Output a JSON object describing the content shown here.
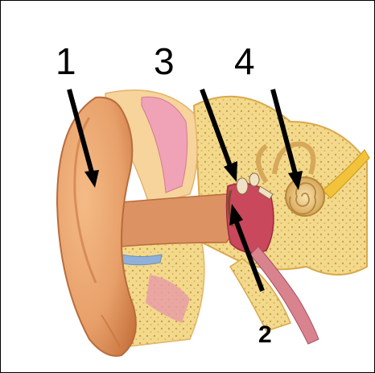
{
  "diagram": {
    "subject": "ear-anatomy-cross-section",
    "labels": [
      {
        "id": "label-1",
        "text": "1"
      },
      {
        "id": "label-3",
        "text": "3"
      },
      {
        "id": "label-4",
        "text": "4"
      },
      {
        "id": "label-2",
        "text": "2"
      }
    ],
    "colors": {
      "skin": "#e8a06a",
      "skin_shadow": "#c8743f",
      "bone": "#f3d98c",
      "bone_dots": "#c9a24a",
      "cartilage_blue": "#8fb0d8",
      "canal_pink": "#e58aa0",
      "middle_ear_red": "#c9485c",
      "nerve_yellow": "#f2c23a",
      "arrow": "#000000",
      "border": "#000000"
    }
  }
}
